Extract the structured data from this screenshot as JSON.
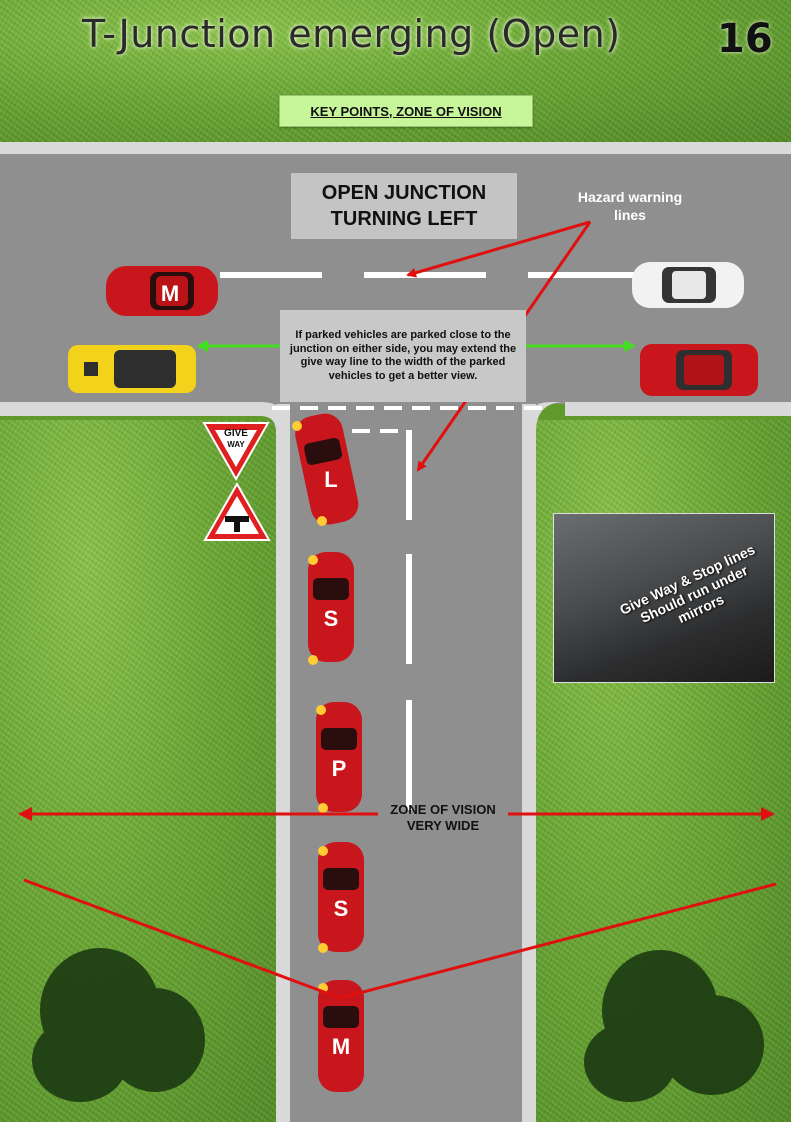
{
  "header": {
    "title": "T-Junction emerging (Open)",
    "page_number": "16",
    "key_points": "KEY POINTS, ZONE OF VISION"
  },
  "labels": {
    "junction_title_line1": "OPEN JUNCTION",
    "junction_title_line2": "TURNING LEFT",
    "hazard_line1": "Hazard warning",
    "hazard_line2": "lines",
    "parked_note": "If parked vehicles are parked close to the junction on either side, you may extend the give way line to the width of the parked vehicles to get a better view.",
    "zone_line1": "ZONE OF VISION",
    "zone_line2": "VERY WIDE",
    "photo_caption": "Give Way & Stop lines Should run under mirrors"
  },
  "signs": {
    "give_way_line1": "GIVE",
    "give_way_line2": "WAY"
  },
  "cars": {
    "main_road_left": "M",
    "sequence": [
      "L",
      "S",
      "P",
      "S",
      "M"
    ]
  },
  "colors": {
    "grass": "#6aa832",
    "road": "#8f8f8f",
    "car_red": "#c8161c",
    "arrow_red": "#e01010",
    "arrow_green": "#44dd22",
    "key_points_bg": "#c6f59a"
  }
}
